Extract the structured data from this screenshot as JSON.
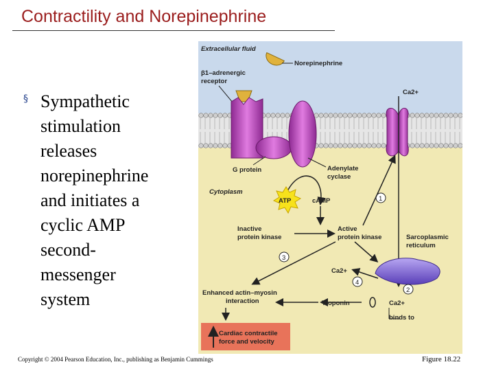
{
  "slide": {
    "title": "Contractility and Norepinephrine",
    "bullet_mark": "§",
    "bullet_text": "Sympathetic\nstimulation\nreleases\nnorepinephrine\nand initiates a\ncyclic AMP\nsecond-\nmessenger\nsystem"
  },
  "figure": {
    "extracellular_fluid": "Extracellular fluid",
    "norepinephrine": "Norepinephrine",
    "beta1_line1": "β1–adrenergic",
    "beta1_line2": "receptor",
    "ca_top": "Ca2+",
    "g_protein": "G protein",
    "adenylate_line1": "Adenylate",
    "adenylate_line2": "cyclase",
    "cytoplasm": "Cytoplasm",
    "atp": "ATP",
    "camp": "cAMP",
    "inactive_line1": "Inactive",
    "inactive_line2": "protein kinase",
    "active_line1": "Active",
    "active_line2": "protein kinase",
    "sr_line1": "Sarcoplasmic",
    "sr_line2": "reticulum",
    "ca_mid": "Ca2+",
    "enhanced_line1": "Enhanced actin–myosin",
    "enhanced_line2": "interaction",
    "troponin": "Troponin",
    "ca_bottom": "Ca2+",
    "binds_to": "binds to",
    "cardiac_line1": "Cardiac contractile",
    "cardiac_line2": "force and velocity",
    "step1": "1",
    "step2": "2",
    "step3": "3",
    "step4": "4"
  },
  "footer": {
    "copyright": "Copyright © 2004 Pearson Education, Inc., publishing as Benjamin Cummings",
    "figure_number": "Figure 18.22"
  },
  "colors": {
    "title": "#9a1c1c",
    "extracellular": "#c9d9ec",
    "cytoplasm": "#f1e9b4",
    "membrane_head": "#cfcfcf",
    "protein_magenta": "#b43fb4",
    "sr_purple": "#7a5fd0",
    "result_box": "#e8735a",
    "atp_burst": "#f7e21c"
  }
}
